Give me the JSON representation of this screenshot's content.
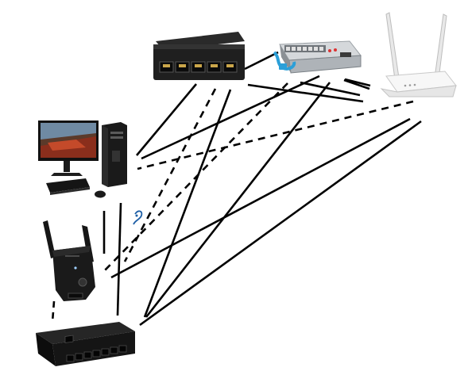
{
  "diagram": {
    "devices": [
      {
        "id": "switch-5port",
        "kind": "network switch",
        "ports": 5,
        "color": "#1d1d1d"
      },
      {
        "id": "switch-8port-grey",
        "kind": "network switch",
        "ports": 8,
        "color": "#b9bdc1"
      },
      {
        "id": "wifi-router",
        "kind": "wireless router",
        "antennas": 2,
        "color": "#f4f4f4"
      },
      {
        "id": "desktop-pc",
        "kind": "desktop computer with monitor, keyboard and mouse",
        "color": "#222222"
      },
      {
        "id": "range-extender",
        "kind": "wireless range extender",
        "antennas": 2,
        "color": "#151515"
      },
      {
        "id": "switch-8port-black",
        "kind": "network switch",
        "ports": 8,
        "color": "#1a1a1a"
      }
    ],
    "cable_colors": {
      "ethernet": "#2b9fd8",
      "link": "#000000"
    },
    "link_styles": [
      "solid",
      "dashed"
    ],
    "line_count": 21
  }
}
